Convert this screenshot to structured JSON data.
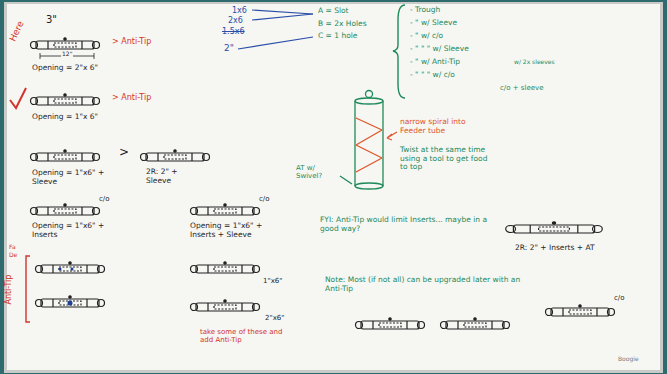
{
  "diagram": {
    "labels": [
      "3\"",
      "Here",
      "> Anti-Tip",
      "12\"",
      "Opening = 2\"x 6\"",
      "> Anti-Tip",
      "Opening = 1\"x 6\"",
      ">",
      "Opening = 1\"x6\" + Sleeve",
      "2R: 2\" + Sleeve",
      "c/o",
      "Opening = 1\"x6\" + Inserts",
      "c/o",
      "Opening = 1\"x6\" + Inserts + Sleeve",
      "Anti-Tip",
      "Fa",
      "De",
      "1\"x6\"",
      "2\"x6\"",
      "take some of these and add Anti-Tip",
      "1x6",
      "2x6",
      "1.5x6",
      "2\"",
      "A = Slot",
      "B = 2x Holes",
      "C = 1 hole",
      "- Trough",
      "- \" w/ Sleeve",
      "- \" w/ c/o",
      "- \" \" \" w/ Sleeve",
      "- \" w/ Anti-Tip",
      "w/ 2x sleeves",
      "- \" \" \" w/ c/o",
      "c/o + sleeve",
      "narrow spiral into Feeder tube",
      "Twist at the same time using a tool to get food to top",
      "AT w/ Swivel?",
      "FYI: Anti-Tip would limit Inserts... maybe in a good way?",
      "2R: 2\" + Inserts + AT",
      "Note: Most (if not all) can be upgraded later with an Anti-Tip",
      "c/o",
      "Boogie"
    ]
  }
}
